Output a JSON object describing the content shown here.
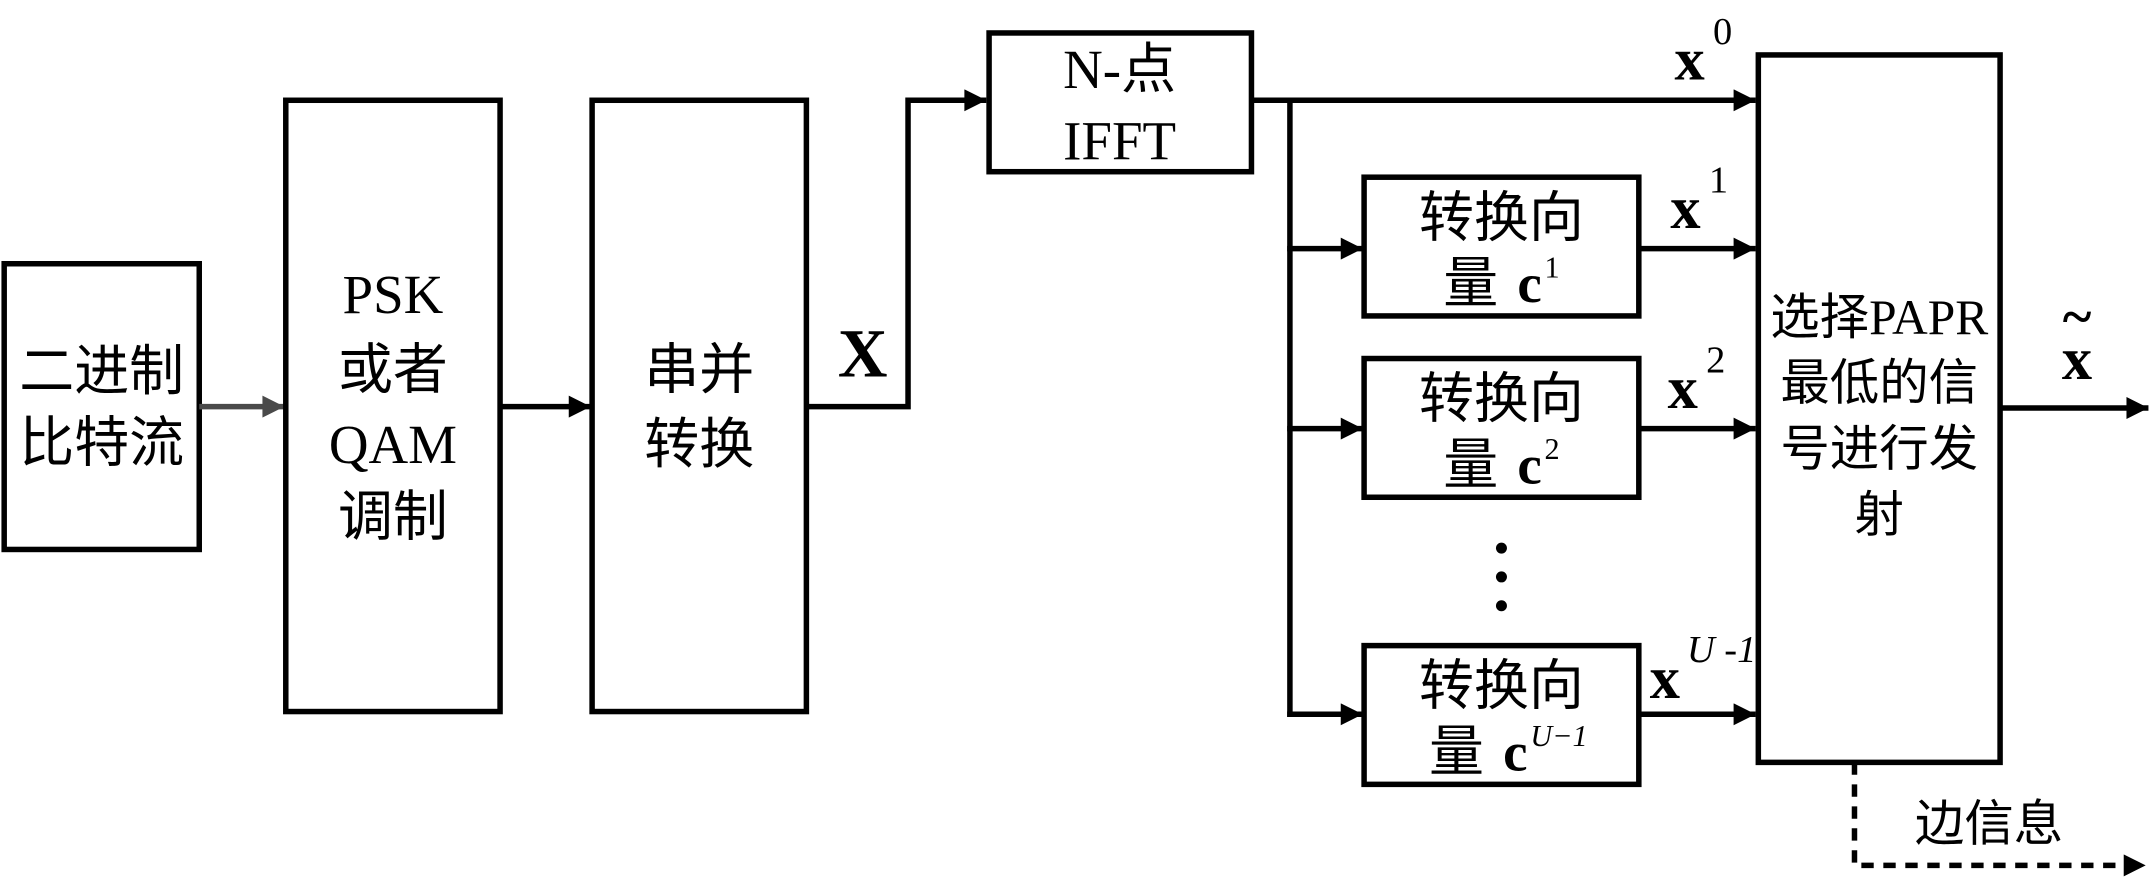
{
  "diagram": {
    "binary_source": {
      "line1": "二进制",
      "line2": "比特流"
    },
    "modulator": {
      "line1": "PSK",
      "line2": "或者",
      "line3": "QAM",
      "line4": "调制"
    },
    "serial_parallel": {
      "line1": "串并",
      "line2": "转换"
    },
    "signal_X": "X",
    "ifft": {
      "line1": "N-点",
      "line2": "IFFT"
    },
    "transforms": [
      {
        "line1": "转换向",
        "line2": "量",
        "vector": "c",
        "sup": "1"
      },
      {
        "line1": "转换向",
        "line2": "量",
        "vector": "c",
        "sup": "2"
      },
      {
        "line1": "转换向",
        "line2": "量",
        "vector": "c",
        "sup": "U−1"
      }
    ],
    "outputs": [
      {
        "symbol": "x",
        "sup": "0"
      },
      {
        "symbol": "x",
        "sup": "1"
      },
      {
        "symbol": "x",
        "sup": "2"
      },
      {
        "symbol": "x",
        "sup": "U -1"
      }
    ],
    "selector": {
      "line1": "选择PAPR",
      "line2": "最低的信",
      "line3": "号进行发",
      "line4": "射"
    },
    "final_output": {
      "accent": "~",
      "symbol": "x"
    },
    "side_info": "边信息"
  },
  "colors": {
    "line": "#000000",
    "input_arrow": "#4a4a4a",
    "background": "#ffffff"
  }
}
